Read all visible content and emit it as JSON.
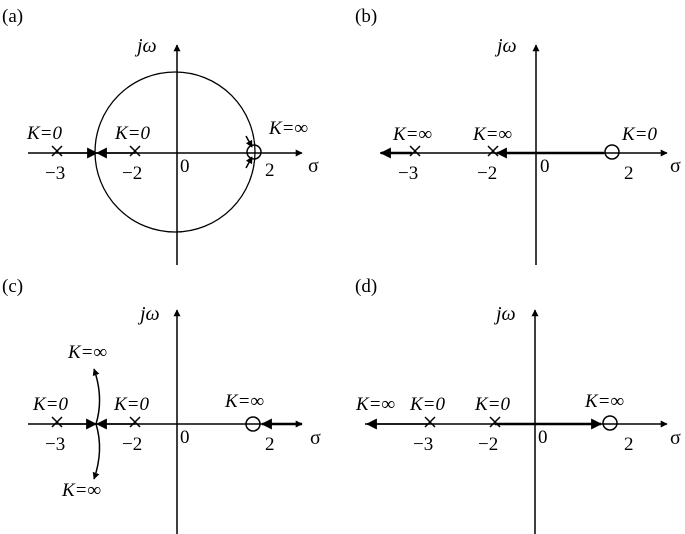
{
  "panels": {
    "a": {
      "label": "(a)",
      "y_axis": "jω",
      "x_axis": "σ",
      "origin": "0",
      "ticks": {
        "m3": "−3",
        "m2": "−2",
        "p2": "2"
      },
      "annotations": {
        "k0_left": "K=0",
        "k0_right": "K=0",
        "kinf": "K=∞"
      }
    },
    "b": {
      "label": "(b)",
      "y_axis": "jω",
      "x_axis": "σ",
      "origin": "0",
      "ticks": {
        "m3": "−3",
        "m2": "−2",
        "p2": "2"
      },
      "annotations": {
        "kinf_left": "K=∞",
        "kinf_right": "K=∞",
        "k0": "K=0"
      }
    },
    "c": {
      "label": "(c)",
      "y_axis": "jω",
      "x_axis": "σ",
      "origin": "0",
      "ticks": {
        "m3": "−3",
        "m2": "−2",
        "p2": "2"
      },
      "annotations": {
        "kinf_top": "K=∞",
        "kinf_bottom": "K=∞",
        "k0_left": "K=0",
        "k0_right": "K=0",
        "kinf_zero": "K=∞"
      }
    },
    "d": {
      "label": "(d)",
      "y_axis": "jω",
      "x_axis": "σ",
      "origin": "0",
      "ticks": {
        "m3": "−3",
        "m2": "−2",
        "p2": "2"
      },
      "annotations": {
        "kinf_left": "K=∞",
        "k0_left": "K=0",
        "k0_right": "K=0",
        "kinf_zero": "K=∞"
      }
    }
  }
}
